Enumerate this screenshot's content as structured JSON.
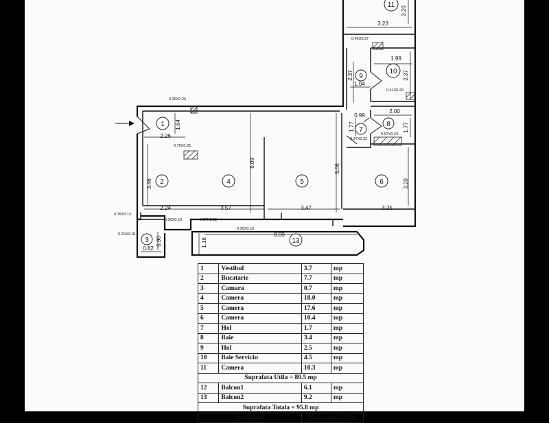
{
  "rooms": [
    {
      "nr": "1",
      "name": "Vestibul",
      "area": "3.7",
      "unit": "mp"
    },
    {
      "nr": "2",
      "name": "Bucatarie",
      "area": "7.7",
      "unit": "mp"
    },
    {
      "nr": "3",
      "name": "Camara",
      "area": "0.7",
      "unit": "mp"
    },
    {
      "nr": "4",
      "name": "Camera",
      "area": "18.0",
      "unit": "mp"
    },
    {
      "nr": "5",
      "name": "Camera",
      "area": "17.6",
      "unit": "mp"
    },
    {
      "nr": "6",
      "name": "Camera",
      "area": "10.4",
      "unit": "mp"
    },
    {
      "nr": "7",
      "name": "Hol",
      "area": "1.7",
      "unit": "mp"
    },
    {
      "nr": "8",
      "name": "Baie",
      "area": "3.4",
      "unit": "mp"
    },
    {
      "nr": "9",
      "name": "Hol",
      "area": "2.5",
      "unit": "mp"
    },
    {
      "nr": "10",
      "name": "Baie Serviciu",
      "area": "4.5",
      "unit": "mp"
    },
    {
      "nr": "11",
      "name": "Camera",
      "area": "10.3",
      "unit": "mp"
    }
  ],
  "suprafata_utila": "Suprafata  Utila = 80.5 mp",
  "balconies": [
    {
      "nr": "12",
      "name": "Balcon1",
      "area": "6.1",
      "unit": "mp"
    },
    {
      "nr": "13",
      "name": "Balcon2",
      "area": "9.2",
      "unit": "mp"
    }
  ],
  "suprafata_totala": "Suprafata Totala = 95.8 mp",
  "executant_label": "Executant",
  "date_label": "Data :26.03.2026",
  "dimensions": {
    "d_3_20_top": "3.20",
    "d_3_23": "3.23",
    "d_0_45x0_27": "0.45X0.27",
    "d_1_99": "1.99",
    "d_2_37_left": "2.37",
    "d_1_04": "1.04",
    "d_2_37_right": "2.37",
    "d_0_41x0_29": "0.41X0.29",
    "d_0_26x0_26": "0.26X0.26",
    "d_0_99": "0.99",
    "d_2_00": "2.00",
    "d_1_64": "1.64",
    "d_1_77_left": "1.77",
    "d_1_77_right": "1.77",
    "d_2_26": "2.26",
    "d_0_67x0_24": "0.67X0.24",
    "d_0_37x0_22a": "0.37X0.22",
    "d_0_75x0_35": "0.75X0.35",
    "d_3_46": "3.46",
    "d_5_09": "5.09",
    "d_5_06": "5.06",
    "d_3_20_right": "3.20",
    "d_2_24": "2.24",
    "d_3_57": "3.57",
    "d_3_47": "3.47",
    "d_3_25": "3.25",
    "d_0_39x0_13": "0.39X0.13",
    "d_0_20x0_18": "0.20X0.18",
    "d_0_37x0_22b": "0.37X0.22",
    "d_0_20x0_18b": "0.20X0.18",
    "d_0_35x0_18": "0.35X0.18",
    "d_0_90": "0.90",
    "d_8_00": "8.00",
    "d_1_16": "1.16",
    "d_0_82": "0.82"
  },
  "room_labels": {
    "r1": "1",
    "r2": "2",
    "r3": "3",
    "r4": "4",
    "r5": "5",
    "r6": "6",
    "r7": "7",
    "r8": "8",
    "r9": "9",
    "r10": "10",
    "r11": "11",
    "r13": "13"
  }
}
